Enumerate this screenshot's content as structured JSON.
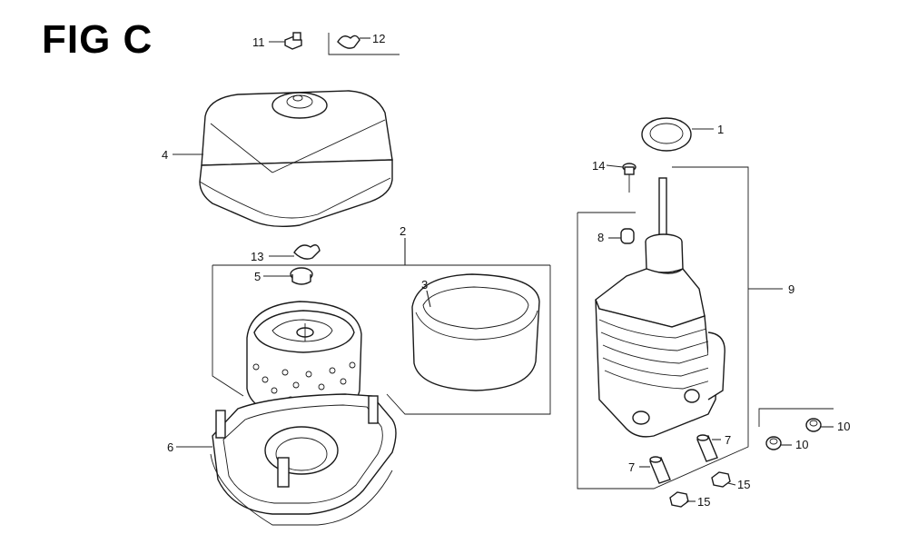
{
  "figure": {
    "title": "FIG C"
  },
  "callouts": [
    "1",
    "2",
    "3",
    "4",
    "5",
    "6",
    "7",
    "7",
    "8",
    "9",
    "10",
    "10",
    "11",
    "12",
    "13",
    "14",
    "15",
    "15"
  ]
}
